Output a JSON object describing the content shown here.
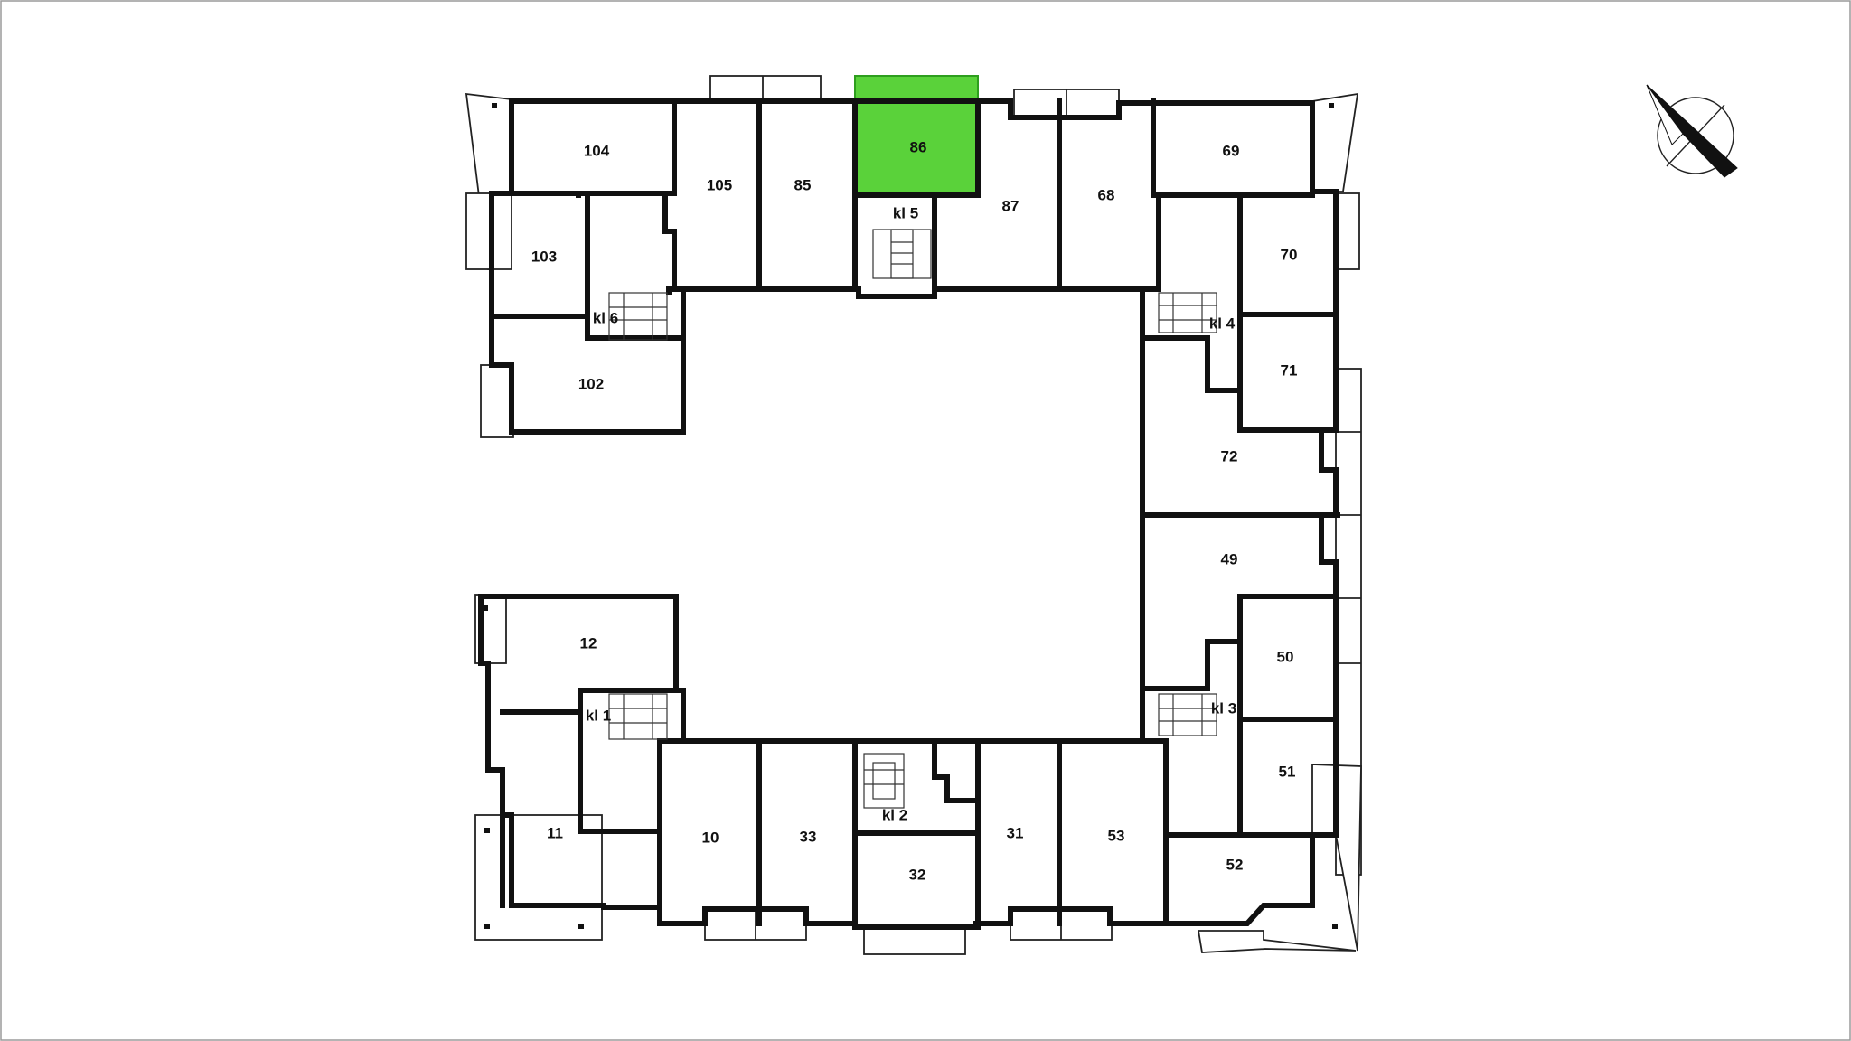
{
  "highlight_color": "#5ad23a",
  "highlighted_unit": "86",
  "units": [
    {
      "id": "104"
    },
    {
      "id": "105"
    },
    {
      "id": "85"
    },
    {
      "id": "86"
    },
    {
      "id": "87"
    },
    {
      "id": "68"
    },
    {
      "id": "69"
    },
    {
      "id": "103"
    },
    {
      "id": "102"
    },
    {
      "id": "70"
    },
    {
      "id": "71"
    },
    {
      "id": "72"
    },
    {
      "id": "49"
    },
    {
      "id": "50"
    },
    {
      "id": "51"
    },
    {
      "id": "52"
    },
    {
      "id": "53"
    },
    {
      "id": "31"
    },
    {
      "id": "32"
    },
    {
      "id": "33"
    },
    {
      "id": "10"
    },
    {
      "id": "11"
    },
    {
      "id": "12"
    }
  ],
  "staircases": [
    {
      "label": "kl 1"
    },
    {
      "label": "kl 2"
    },
    {
      "label": "kl 3"
    },
    {
      "label": "kl 4"
    },
    {
      "label": "kl 5"
    },
    {
      "label": "kl 6"
    }
  ],
  "compass_icon": "north-arrow-icon"
}
